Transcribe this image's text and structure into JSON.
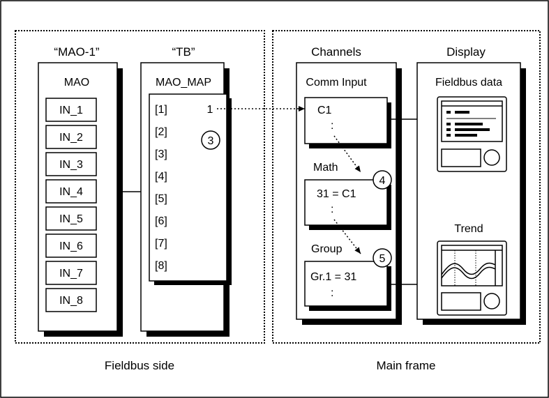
{
  "colors": {
    "line": "#000000",
    "background": "#ffffff",
    "shadow": "#000000"
  },
  "fieldbus_side": {
    "caption": "Fieldbus side",
    "mao_block": {
      "header": "“MAO-1”",
      "title": "MAO",
      "inputs": [
        "IN_1",
        "IN_2",
        "IN_3",
        "IN_4",
        "IN_5",
        "IN_6",
        "IN_7",
        "IN_8"
      ]
    },
    "tb_block": {
      "header": "“TB”",
      "title": "MAO_MAP",
      "slots": [
        "[1]",
        "[2]",
        "[3]",
        "[4]",
        "[5]",
        "[6]",
        "[7]",
        "[8]"
      ],
      "slot1_value": "1",
      "marker": "3"
    }
  },
  "main_frame": {
    "caption": "Main frame",
    "channels": {
      "header": "Channels",
      "comm_input": {
        "title": "Comm Input",
        "value": "C1",
        "dots": ":"
      },
      "math": {
        "title": "Math",
        "value": "31 = C1",
        "dots": ":",
        "marker": "4"
      },
      "group": {
        "title": "Group",
        "value": "Gr.1 = 31",
        "dots": ":",
        "marker": "5"
      }
    },
    "display": {
      "header": "Display",
      "fieldbus_data": {
        "title": "Fieldbus data",
        "icon": "fieldbus-data-monitor-icon"
      },
      "trend": {
        "title": "Trend",
        "icon": "trend-monitor-icon"
      }
    }
  }
}
